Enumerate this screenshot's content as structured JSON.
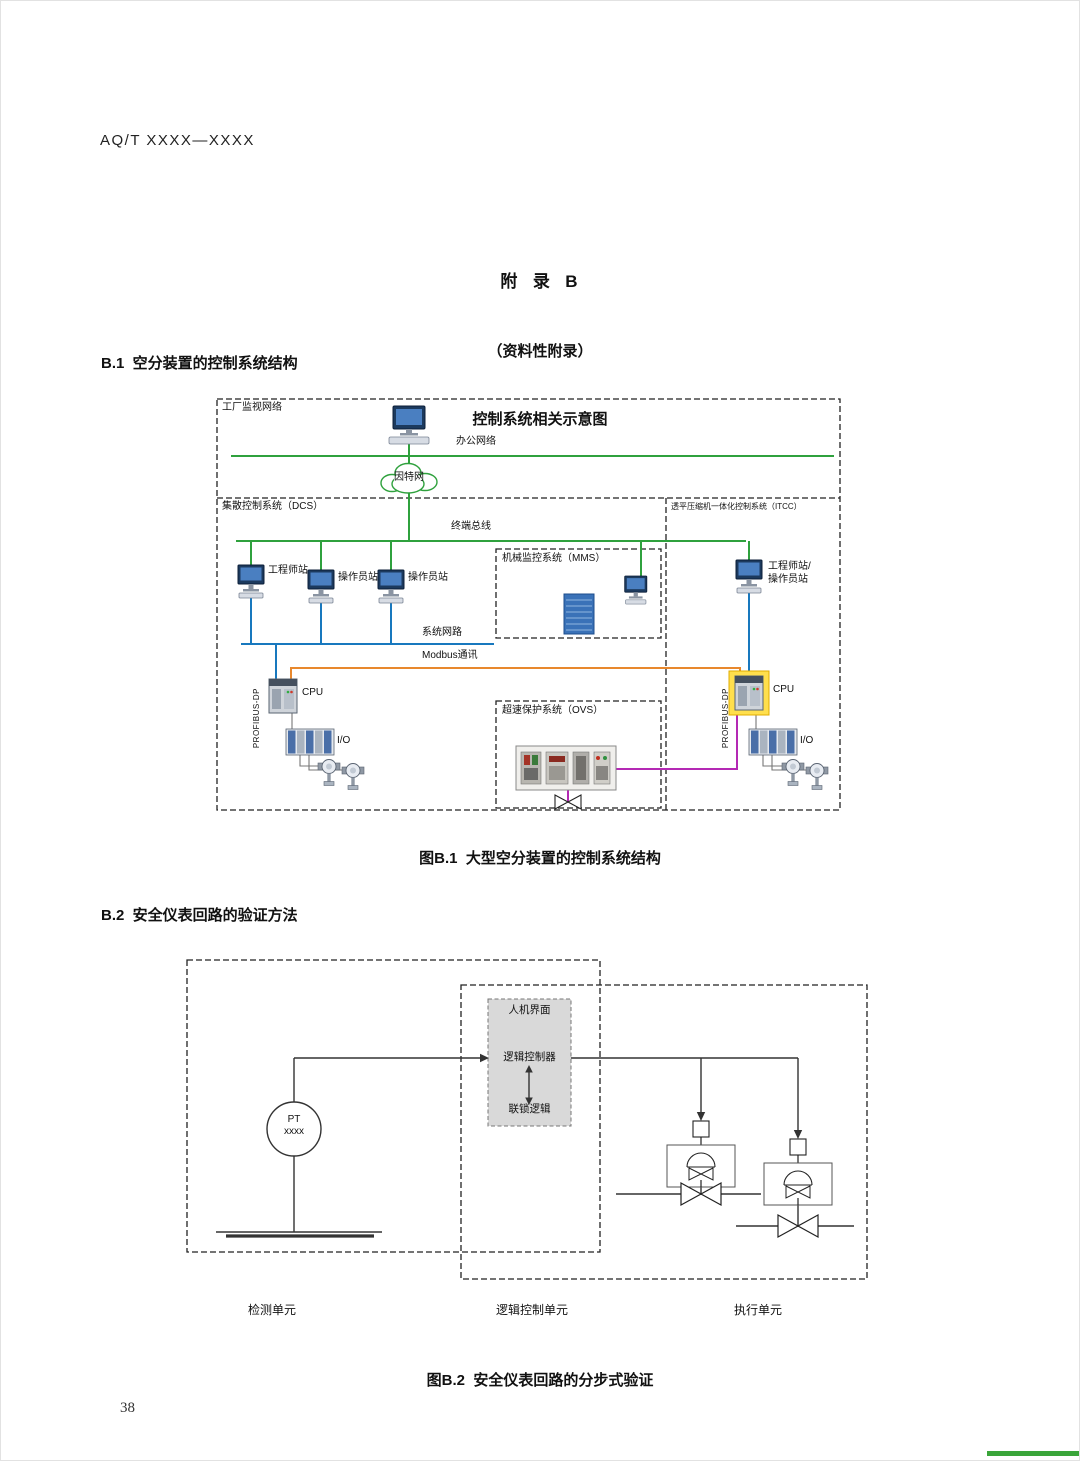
{
  "page": {
    "header_code": "AQ/T XXXX—XXXX",
    "page_number": "38"
  },
  "title": {
    "line1": "附  录  B",
    "line2": "（资料性附录）",
    "line3": "控制系统相关示意图"
  },
  "sections": {
    "b1_heading": "B.1  空分装置的控制系统结构",
    "b2_heading": "B.2  安全仪表回路的验证方法"
  },
  "figure_b1": {
    "caption": "图B.1  大型空分装置的控制系统结构",
    "labels": {
      "factory_network": "工厂监视网络",
      "office_network": "办公网络",
      "internet": "因特网",
      "dcs": "集散控制系统（DCS）",
      "itcc": "透平压缩机一体化控制系统（ITCC）",
      "terminal_bus": "终端总线",
      "engineer_station": "工程师站",
      "operator_station1": "操作员站",
      "operator_station2": "操作员站",
      "mms": "机械监控系统（MMS）",
      "engineer_operator_station_line1": "工程师站/",
      "engineer_operator_station_line2": "操作员站",
      "system_network": "系统网路",
      "modbus": "Modbus通讯",
      "cpu_left": "CPU",
      "cpu_right": "CPU",
      "profibus_left": "PROFIBUS-DP",
      "profibus_right": "PROFIBUS-DP",
      "io_left": "I/O",
      "io_right": "I/O",
      "ovs": "超速保护系统（OVS）"
    }
  },
  "figure_b2": {
    "caption": "图B.2  安全仪表回路的分步式验证",
    "labels": {
      "hmi": "人机界面",
      "logic_controller": "逻辑控制器",
      "interlock_logic": "联锁逻辑",
      "pt_line1": "PT",
      "pt_line2": "xxxx",
      "detection_unit": "检测单元",
      "logic_unit": "逻辑控制单元",
      "execution_unit": "执行单元"
    }
  },
  "colors": {
    "network_green": "#2fa13d",
    "system_blue": "#1878be",
    "modbus_orange": "#e8882d",
    "profibus_purple": "#b429b4",
    "cpu_highlight_yellow": "#ffdf4d"
  }
}
